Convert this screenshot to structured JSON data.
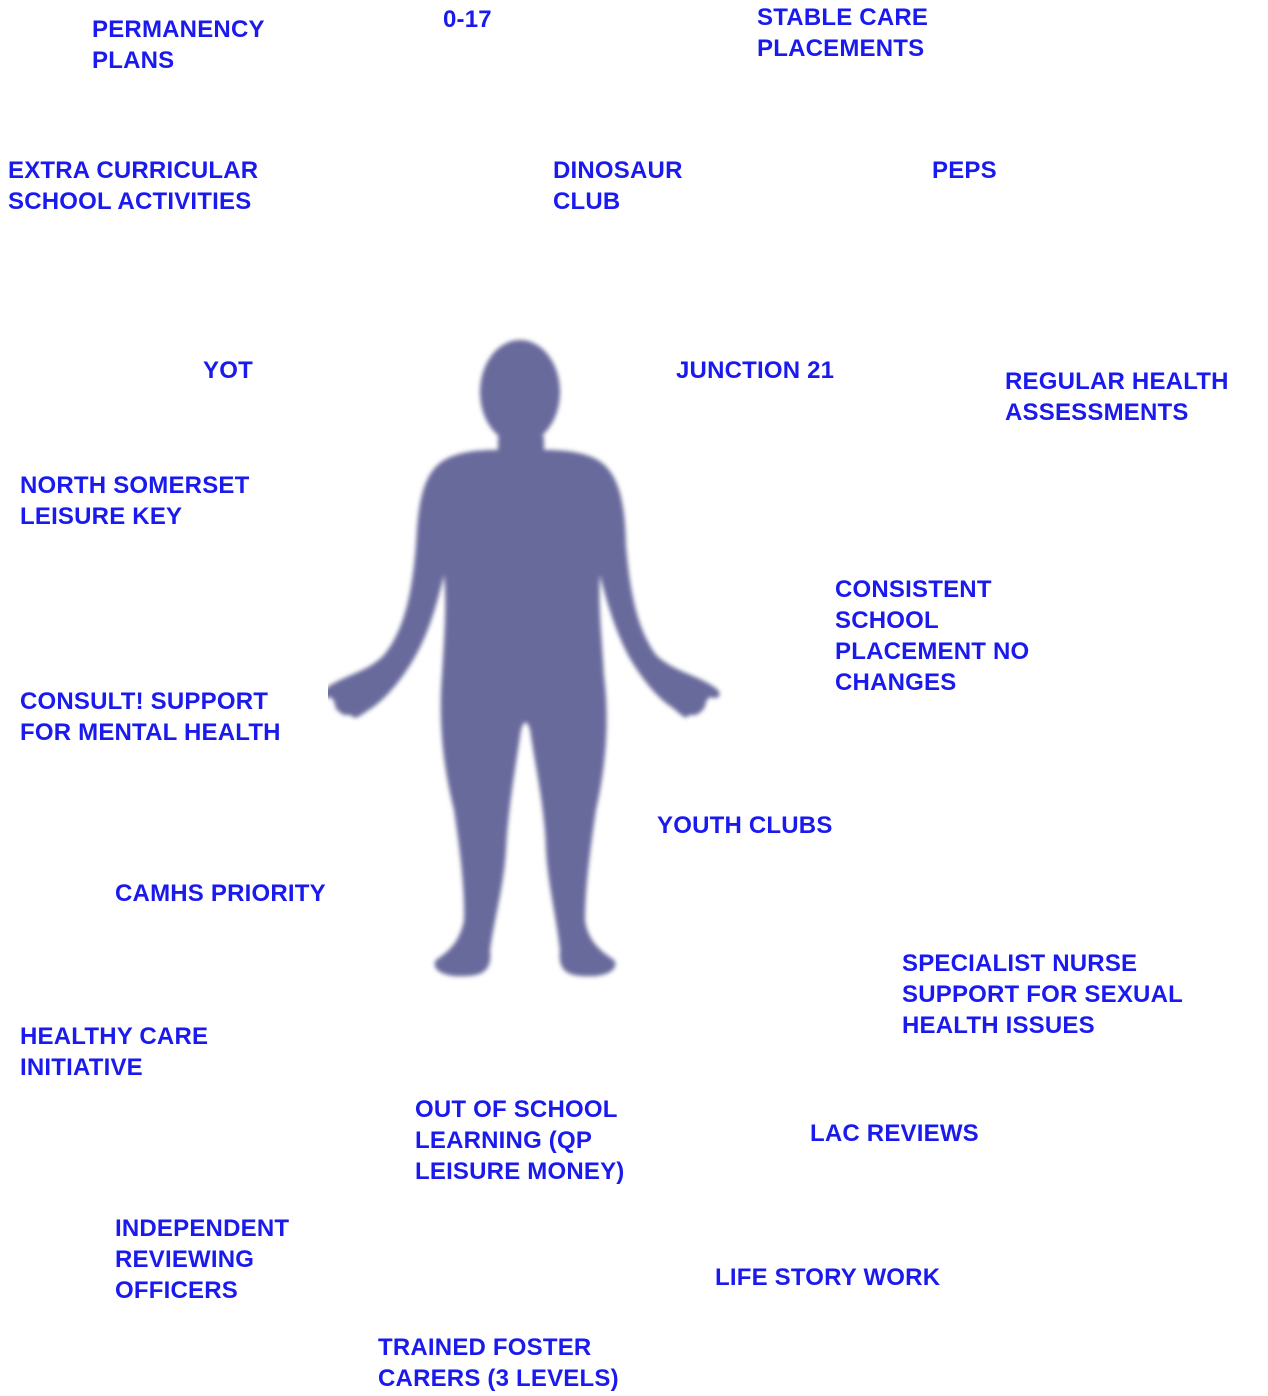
{
  "colors": {
    "label_text": "#1a1aee",
    "figure_fill": "#696a9c",
    "background": "#ffffff"
  },
  "figure": {
    "icon": "human-silhouette-icon"
  },
  "labels": {
    "permanency_plans": [
      "PERMANENCY",
      "PLANS"
    ],
    "age_range": [
      "0-17"
    ],
    "stable_care_placements": [
      "STABLE CARE",
      "PLACEMENTS"
    ],
    "extra_curricular": [
      "EXTRA CURRICULAR",
      "SCHOOL ACTIVITIES"
    ],
    "dinosaur_club": [
      "DINOSAUR",
      "CLUB"
    ],
    "peps": [
      "PEPS"
    ],
    "yot": [
      "YOT"
    ],
    "junction_21": [
      "JUNCTION 21"
    ],
    "regular_health_assessments": [
      "REGULAR HEALTH",
      "ASSESSMENTS"
    ],
    "north_somerset_leisure_key": [
      "NORTH SOMERSET",
      "LEISURE KEY"
    ],
    "consistent_school_placement": [
      "CONSISTENT",
      "SCHOOL",
      "PLACEMENT NO",
      "CHANGES"
    ],
    "consult_support": [
      "CONSULT! SUPPORT",
      "FOR MENTAL HEALTH"
    ],
    "youth_clubs": [
      "YOUTH CLUBS"
    ],
    "camhs_priority": [
      "CAMHS PRIORITY"
    ],
    "specialist_nurse": [
      "SPECIALIST NURSE",
      "SUPPORT FOR SEXUAL",
      "HEALTH ISSUES"
    ],
    "healthy_care_initiative": [
      "HEALTHY CARE",
      "INITIATIVE"
    ],
    "out_of_school_learning": [
      "OUT OF SCHOOL",
      "LEARNING (QP",
      "LEISURE MONEY)"
    ],
    "lac_reviews": [
      "LAC REVIEWS"
    ],
    "independent_reviewing_officers": [
      "INDEPENDENT",
      "REVIEWING",
      "OFFICERS"
    ],
    "life_story_work": [
      "LIFE STORY WORK"
    ],
    "trained_foster_carers": [
      "TRAINED FOSTER",
      "CARERS (3 LEVELS)"
    ]
  }
}
